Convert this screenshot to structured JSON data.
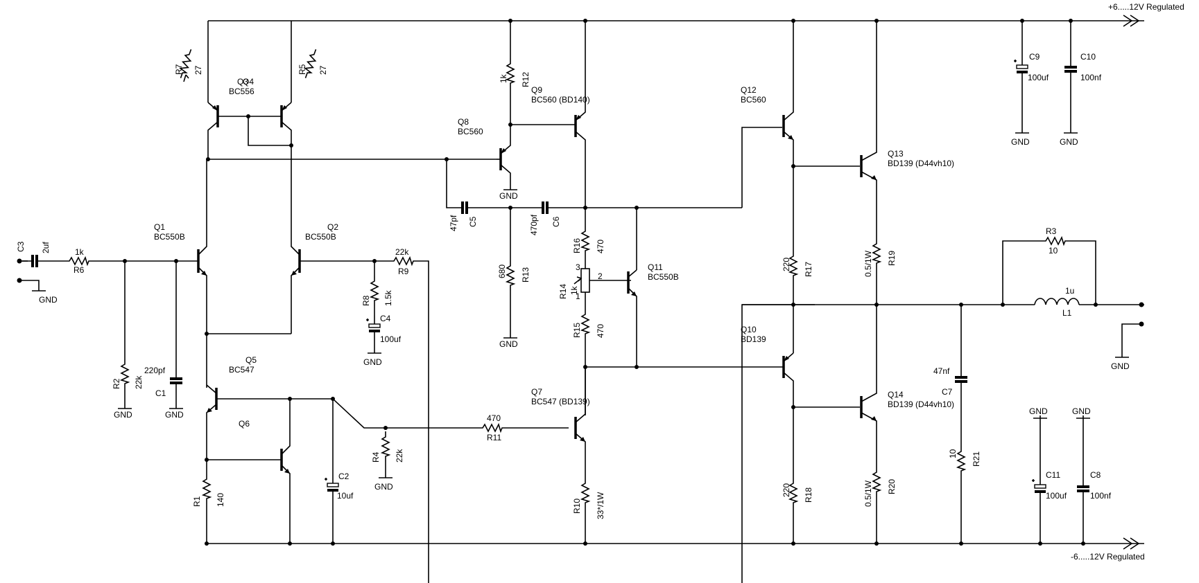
{
  "rails": {
    "positive": "+6.....12V Regulated",
    "negative": "-6.....12V Regulated"
  },
  "resistors": [
    {
      "ref": "R1",
      "value": "140"
    },
    {
      "ref": "R2",
      "value": "22k"
    },
    {
      "ref": "R3",
      "value": "10"
    },
    {
      "ref": "R4",
      "value": "22k"
    },
    {
      "ref": "R5",
      "value": "27"
    },
    {
      "ref": "R6",
      "value": "1k"
    },
    {
      "ref": "R7",
      "value": "27"
    },
    {
      "ref": "R8",
      "value": "1.5k"
    },
    {
      "ref": "R9",
      "value": "22k"
    },
    {
      "ref": "R10",
      "value": "33*/1W"
    },
    {
      "ref": "R11",
      "value": "470"
    },
    {
      "ref": "R12",
      "value": "1k"
    },
    {
      "ref": "R13",
      "value": "680"
    },
    {
      "ref": "R14",
      "value": "1k"
    },
    {
      "ref": "R15",
      "value": "470"
    },
    {
      "ref": "R16",
      "value": "470"
    },
    {
      "ref": "R17",
      "value": "220"
    },
    {
      "ref": "R18",
      "value": "220"
    },
    {
      "ref": "R19",
      "value": "0.5/1W"
    },
    {
      "ref": "R20",
      "value": "0.5/1W"
    },
    {
      "ref": "R21",
      "value": "10"
    }
  ],
  "capacitors": [
    {
      "ref": "C1",
      "value": "220pf"
    },
    {
      "ref": "C2",
      "value": "10uf"
    },
    {
      "ref": "C3",
      "value": "2uf"
    },
    {
      "ref": "C4",
      "value": "100uf"
    },
    {
      "ref": "C5",
      "value": "47pf"
    },
    {
      "ref": "C6",
      "value": "470pf"
    },
    {
      "ref": "C7",
      "value": "47nf"
    },
    {
      "ref": "C8",
      "value": "100nf"
    },
    {
      "ref": "C9",
      "value": "100uf"
    },
    {
      "ref": "C10",
      "value": "100nf"
    },
    {
      "ref": "C11",
      "value": "100uf"
    }
  ],
  "transistors": [
    {
      "ref": "Q1",
      "type": "BC550B"
    },
    {
      "ref": "Q2",
      "type": "BC550B"
    },
    {
      "ref": "Q3Q4",
      "label": "Q3",
      "label2": "Q4",
      "type": "BC556"
    },
    {
      "ref": "Q5",
      "type": "BC547"
    },
    {
      "ref": "Q6",
      "type": ""
    },
    {
      "ref": "Q7",
      "type": "BC547 (BD139)"
    },
    {
      "ref": "Q8",
      "type": "BC560"
    },
    {
      "ref": "Q9",
      "type": "BC560 (BD140)"
    },
    {
      "ref": "Q10",
      "type": "BD139"
    },
    {
      "ref": "Q11",
      "type": "BC550B"
    },
    {
      "ref": "Q12",
      "type": "BC560"
    },
    {
      "ref": "Q13",
      "type": "BD139 (D44vh10)"
    },
    {
      "ref": "Q14",
      "type": "BD139 (D44vh10)"
    }
  ],
  "inductor": {
    "ref": "L1",
    "value": "1u"
  },
  "potentiometer_pins": [
    "1",
    "2",
    "3"
  ],
  "ground_label": "GND"
}
